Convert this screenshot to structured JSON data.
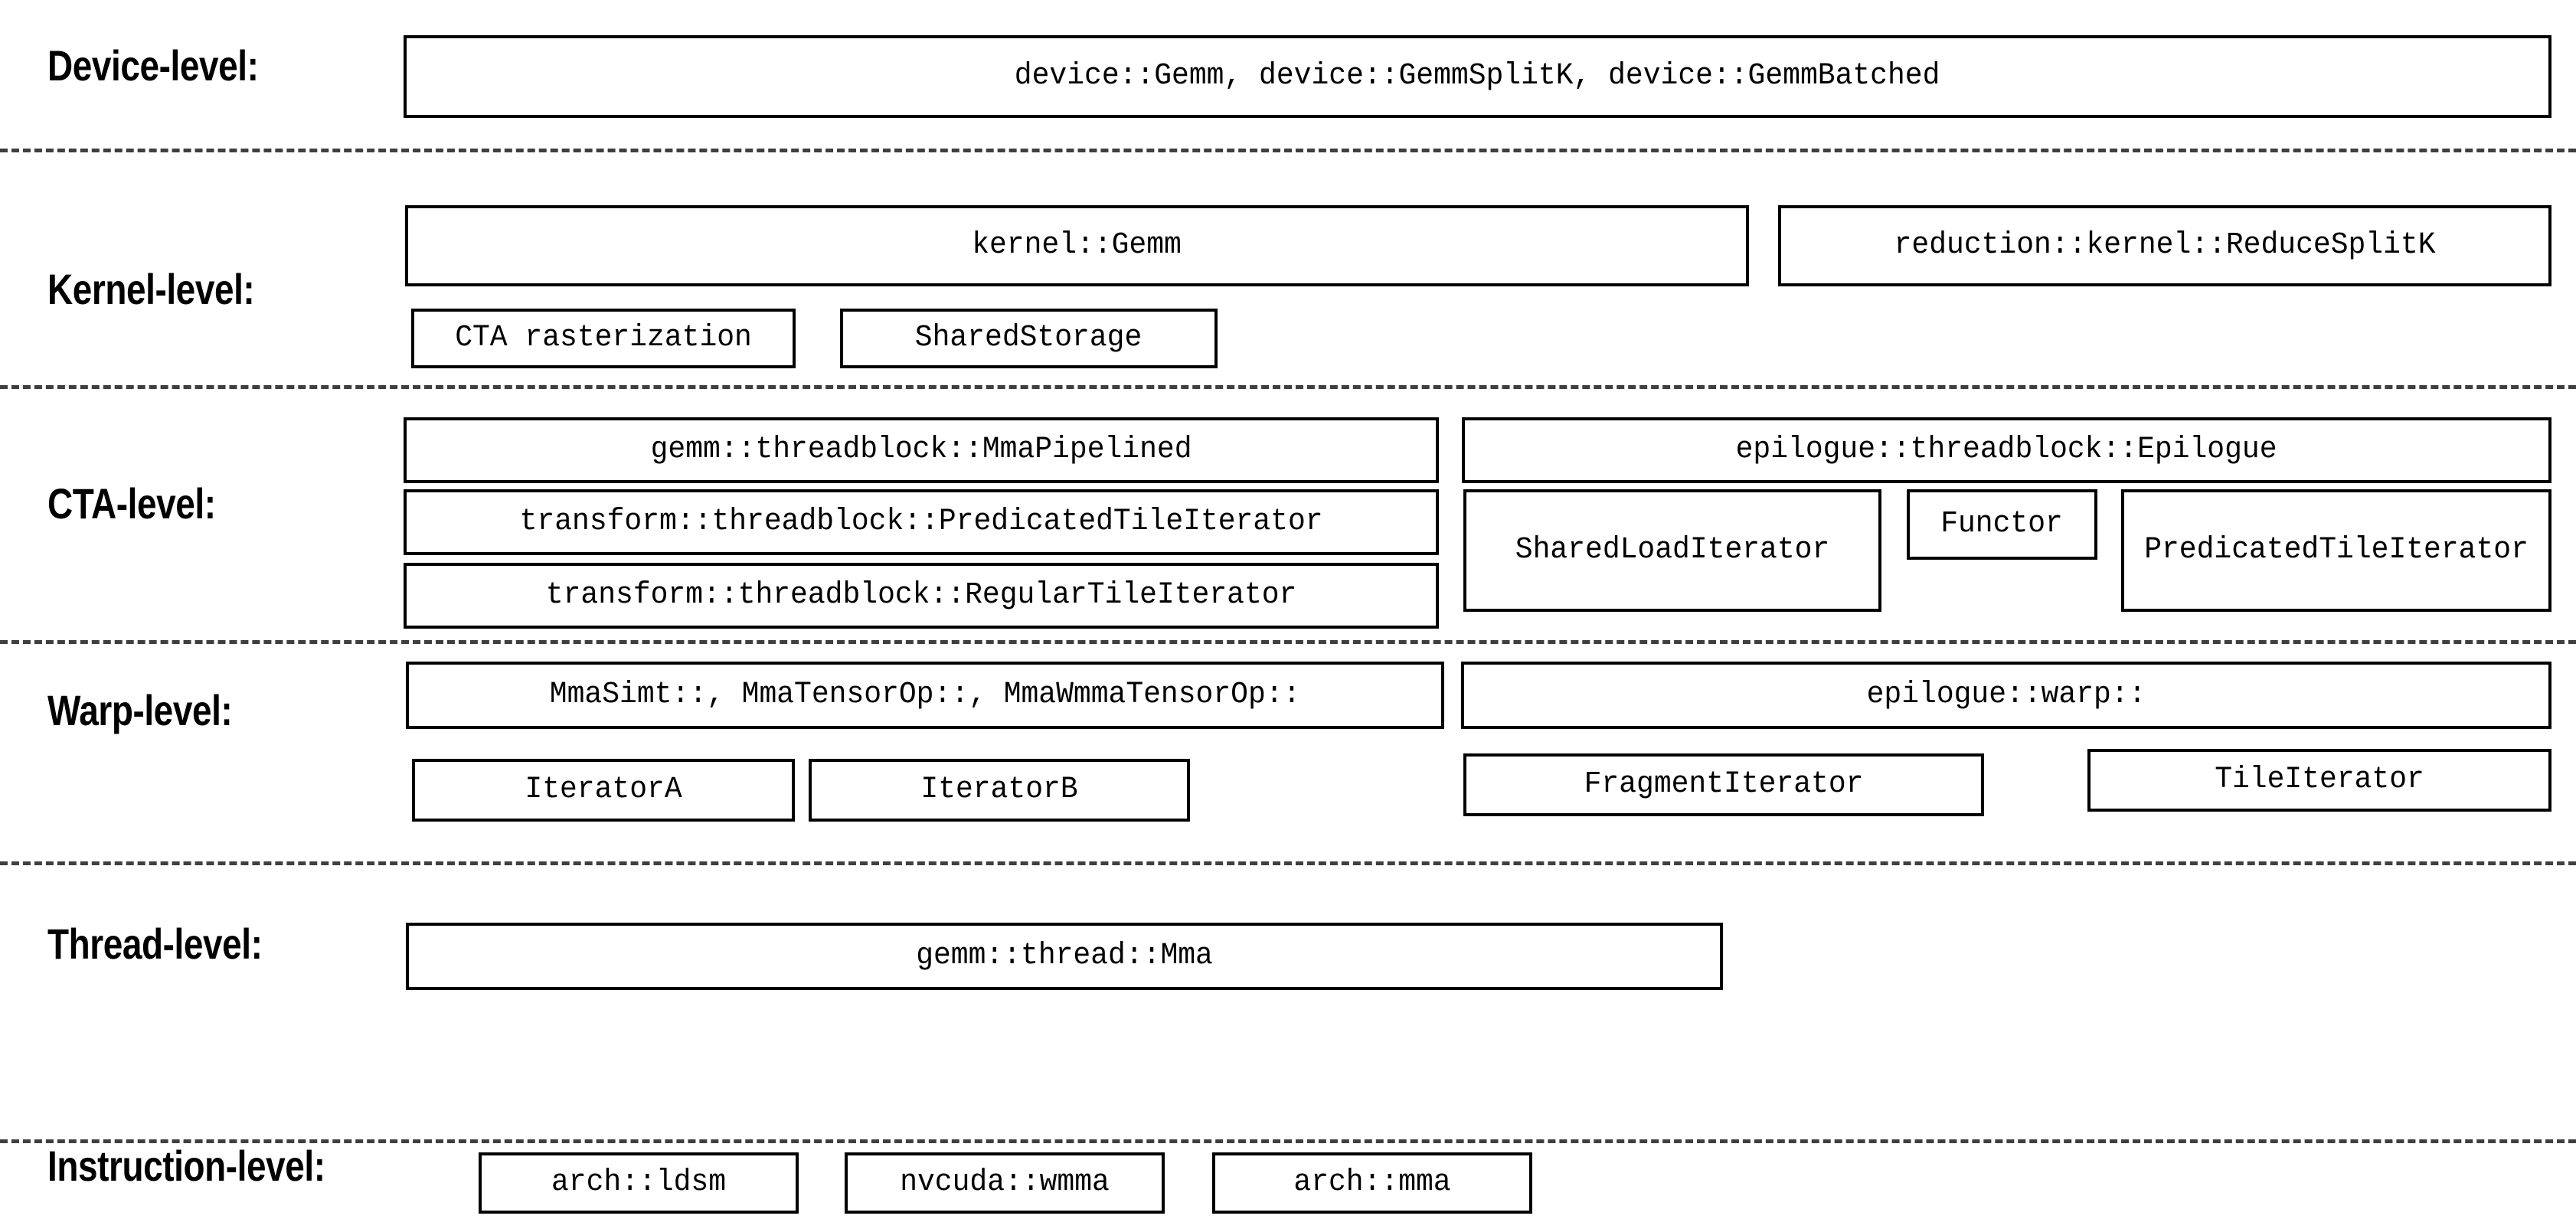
{
  "diagram": {
    "title": "CUTLASS GEMM hierarchy of component levels",
    "background_color": "#ffffff",
    "line_color": "#000000",
    "divider_color": "#3f3f3f"
  },
  "levels": [
    {
      "id": "device",
      "label": "Device-level:",
      "boxes": [
        {
          "id": "device-gemm",
          "label": "device::Gemm, device::GemmSplitK, device::GemmBatched"
        }
      ]
    },
    {
      "id": "kernel",
      "label": "Kernel-level:",
      "boxes": [
        {
          "id": "kernel-gemm",
          "label": "kernel::Gemm"
        },
        {
          "id": "reduction-kernel-reducesplitk",
          "label": "reduction::kernel::ReduceSplitK"
        },
        {
          "id": "cta-rasterization",
          "label": "CTA rasterization"
        },
        {
          "id": "shared-storage",
          "label": "SharedStorage"
        }
      ]
    },
    {
      "id": "cta",
      "label": "CTA-level:",
      "boxes": [
        {
          "id": "gemm-threadblock-mmapipelined",
          "label": "gemm::threadblock::MmaPipelined"
        },
        {
          "id": "epilogue-threadblock-epilogue",
          "label": "epilogue::threadblock::Epilogue"
        },
        {
          "id": "transform-threadblock-predicatedtileiterator",
          "label": "transform::threadblock::PredicatedTileIterator"
        },
        {
          "id": "shared-load-iterator",
          "label": "SharedLoadIterator"
        },
        {
          "id": "functor",
          "label": "Functor"
        },
        {
          "id": "predicated-tile-iterator",
          "label": "PredicatedTileIterator"
        },
        {
          "id": "transform-threadblock-regulartileiterator",
          "label": "transform::threadblock::RegularTileIterator"
        }
      ]
    },
    {
      "id": "warp",
      "label": "Warp-level:",
      "boxes": [
        {
          "id": "mma-variants",
          "label": "MmaSimt::, MmaTensorOp::, MmaWmmaTensorOp::"
        },
        {
          "id": "epilogue-warp",
          "label": "epilogue::warp::"
        },
        {
          "id": "iterator-a",
          "label": "IteratorA"
        },
        {
          "id": "iterator-b",
          "label": "IteratorB"
        },
        {
          "id": "fragment-iterator",
          "label": "FragmentIterator"
        },
        {
          "id": "tile-iterator",
          "label": "TileIterator"
        }
      ]
    },
    {
      "id": "thread",
      "label": "Thread-level:",
      "boxes": [
        {
          "id": "gemm-thread-mma",
          "label": "gemm::thread::Mma"
        }
      ]
    },
    {
      "id": "instruction",
      "label": "Instruction-level:",
      "boxes": [
        {
          "id": "arch-ldsm",
          "label": "arch::ldsm"
        },
        {
          "id": "nvcuda-wmma",
          "label": "nvcuda::wmma"
        },
        {
          "id": "arch-mma",
          "label": "arch::mma"
        }
      ]
    }
  ]
}
